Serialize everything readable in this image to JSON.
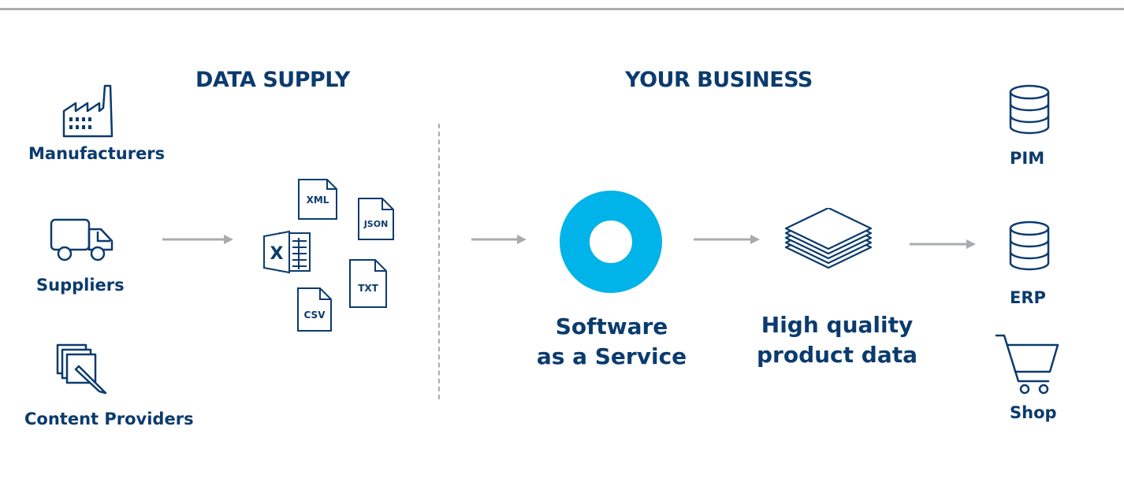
{
  "headings": {
    "data_supply": "DATA SUPPLY",
    "your_business": "YOUR BUSINESS"
  },
  "sources": {
    "manufacturers": "Manufacturers",
    "suppliers": "Suppliers",
    "content_providers": "Content Providers"
  },
  "file_formats": {
    "xml": "XML",
    "json": "JSON",
    "excel": "X",
    "txt": "TXT",
    "csv": "CSV"
  },
  "saas": {
    "line1": "Software",
    "line2": "as a Service"
  },
  "product_data": {
    "line1": "High quality",
    "line2": "product data"
  },
  "targets": {
    "pim": "PIM",
    "erp": "ERP",
    "shop": "Shop"
  },
  "colors": {
    "navy": "#0b3b6e",
    "accent_cyan": "#00b3e8",
    "arrow_gray": "#a9acaf"
  },
  "icons": [
    "factory-icon",
    "truck-icon",
    "content-stack-icon",
    "xml-file-icon",
    "json-file-icon",
    "excel-file-icon",
    "txt-file-icon",
    "csv-file-icon",
    "saas-ring-icon",
    "layers-stack-icon",
    "database-icon",
    "shopping-cart-icon"
  ]
}
